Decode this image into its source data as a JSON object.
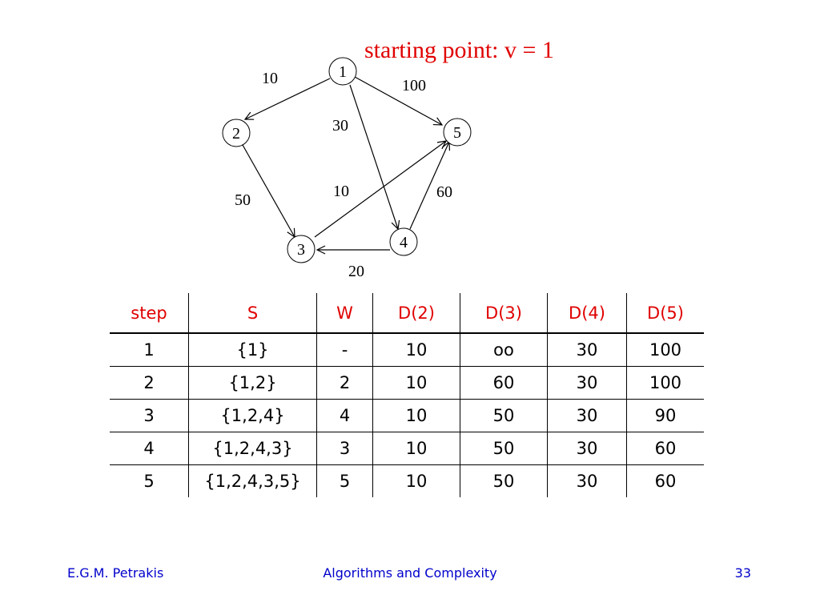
{
  "slide_title": "starting point: v = 1",
  "graph": {
    "nodes": [
      {
        "id": "1",
        "label": "1"
      },
      {
        "id": "2",
        "label": "2"
      },
      {
        "id": "3",
        "label": "3"
      },
      {
        "id": "4",
        "label": "4"
      },
      {
        "id": "5",
        "label": "5"
      }
    ],
    "edges": [
      {
        "from": "1",
        "to": "2",
        "weight": "10"
      },
      {
        "from": "1",
        "to": "5",
        "weight": "100"
      },
      {
        "from": "1",
        "to": "4",
        "weight": "30"
      },
      {
        "from": "2",
        "to": "3",
        "weight": "50"
      },
      {
        "from": "3",
        "to": "5",
        "weight": "10"
      },
      {
        "from": "4",
        "to": "5",
        "weight": "60"
      },
      {
        "from": "4",
        "to": "3",
        "weight": "20"
      }
    ]
  },
  "table": {
    "headers": [
      "step",
      "S",
      "W",
      "D(2)",
      "D(3)",
      "D(4)",
      "D(5)"
    ],
    "rows": [
      [
        "1",
        "{1}",
        "-",
        "10",
        "oo",
        "30",
        "100"
      ],
      [
        "2",
        "{1,2}",
        "2",
        "10",
        "60",
        "30",
        "100"
      ],
      [
        "3",
        "{1,2,4}",
        "4",
        "10",
        "50",
        "30",
        "90"
      ],
      [
        "4",
        "{1,2,4,3}",
        "3",
        "10",
        "50",
        "30",
        "60"
      ],
      [
        "5",
        "{1,2,4,3,5}",
        "5",
        "10",
        "50",
        "30",
        "60"
      ]
    ]
  },
  "footer": {
    "author": "E.G.M. Petrakis",
    "title": "Algorithms and Complexity",
    "page": "33"
  }
}
